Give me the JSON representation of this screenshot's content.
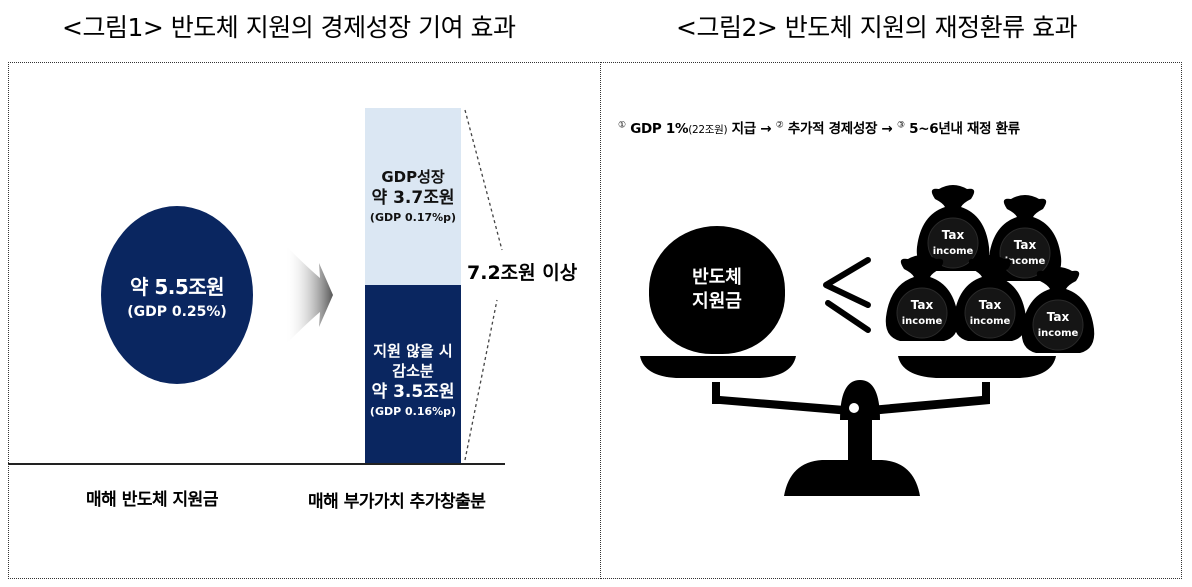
{
  "figure1": {
    "title": "<그림1> 반도체 지원의 경제성장 기여 효과",
    "circle": {
      "main": "약 5.5조원",
      "sub": "(GDP 0.25%)"
    },
    "bar_top": {
      "line1": "GDP성장",
      "line2": "약 3.7조원",
      "line3": "(GDP 0.17%p)"
    },
    "bar_bottom": {
      "line1": "지원 않을 시",
      "line2": "감소분",
      "line3": "약 3.5조원",
      "line4": "(GDP 0.16%p)"
    },
    "total_label": "7.2조원 이상",
    "x_labels": [
      "매해 반도체 지원금",
      "매해 부가가치 추가창출분"
    ],
    "colors": {
      "navy": "#0a2660",
      "light_blue": "#dbe7f3"
    }
  },
  "figure2": {
    "title": "<그림2> 반도체 지원의 재정환류 효과",
    "flow": {
      "step1_num": "①",
      "step1_a": "GDP 1%",
      "step1_b": "(22조원)",
      "step1_c": " 지급 → ",
      "step2_num": "②",
      "step2": "추가적 경제성장 → ",
      "step3_num": "③",
      "step3": "5~6년내 재정 환류"
    },
    "ball_label_line1": "반도체",
    "ball_label_line2": "지원금",
    "comparison": "<",
    "bag_label_line1": "Tax",
    "bag_label_line2": "income"
  },
  "chart_data": {
    "type": "bar",
    "title": "<그림1> 반도체 지원의 경제성장 기여 효과",
    "categories": [
      "매해 반도체 지원금",
      "매해 부가가치 추가창출분"
    ],
    "series": [
      {
        "name": "반도체 지원금",
        "values": [
          5.5,
          null
        ],
        "note": "GDP 0.25%"
      },
      {
        "name": "지원 않을 시 감소분",
        "values": [
          null,
          3.5
        ],
        "note": "GDP 0.16%p"
      },
      {
        "name": "GDP성장",
        "values": [
          null,
          3.7
        ],
        "note": "GDP 0.17%p"
      }
    ],
    "total": {
      "label": "7.2조원 이상",
      "value": 7.2
    },
    "unit": "조원",
    "xlabel": "",
    "ylabel": ""
  }
}
